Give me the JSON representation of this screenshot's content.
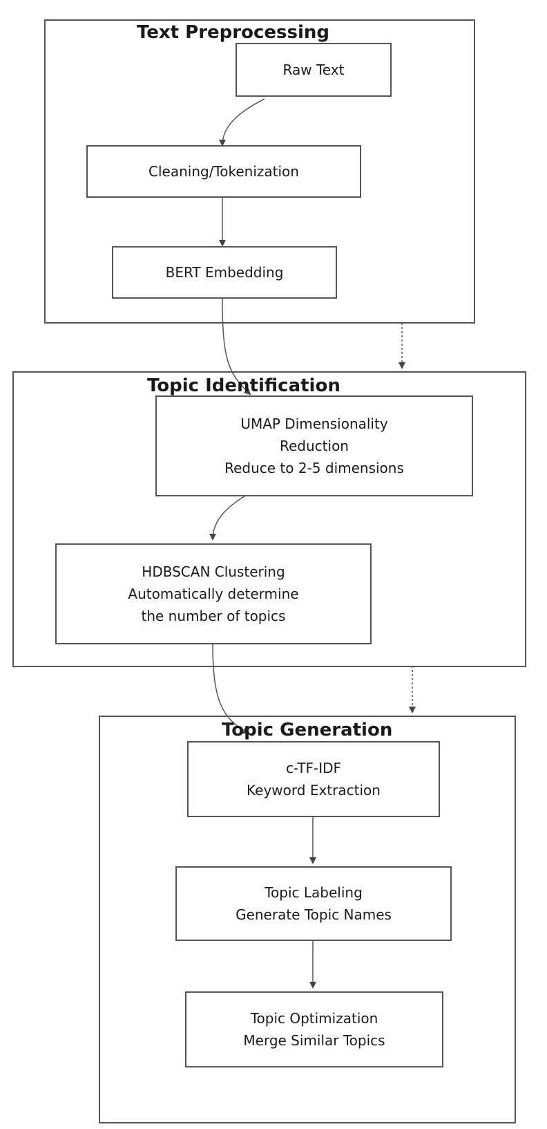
{
  "groups": {
    "preprocessing": {
      "title": "Text Preprocessing",
      "nodes": {
        "raw_text": {
          "lines": [
            "Raw Text"
          ]
        },
        "cleaning": {
          "lines": [
            "Cleaning/Tokenization"
          ]
        },
        "bert": {
          "lines": [
            "BERT Embedding"
          ]
        }
      }
    },
    "identification": {
      "title": "Topic Identification",
      "nodes": {
        "umap": {
          "lines": [
            "UMAP Dimensionality",
            "Reduction",
            "Reduce to 2-5 dimensions"
          ]
        },
        "hdbscan": {
          "lines": [
            "HDBSCAN Clustering",
            "Automatically determine",
            "the number of topics"
          ]
        }
      }
    },
    "generation": {
      "title": "Topic Generation",
      "nodes": {
        "ctfidf": {
          "lines": [
            "c-TF-IDF",
            "Keyword Extraction"
          ]
        },
        "labeling": {
          "lines": [
            "Topic Labeling",
            "Generate Topic Names"
          ]
        },
        "optimization": {
          "lines": [
            "Topic Optimization",
            "Merge Similar Topics"
          ]
        }
      }
    }
  },
  "colors": {
    "stroke": "#555555",
    "text": "#1a1a1a",
    "background": "#ffffff"
  }
}
